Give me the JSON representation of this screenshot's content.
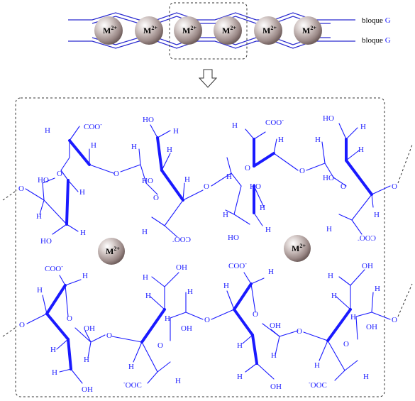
{
  "legend": {
    "block_word": "bloque",
    "block_letter": "G",
    "block_letter_color": "#1a1aff"
  },
  "ion_label": "M",
  "ion_charge": "2+",
  "atoms": {
    "oxygen": "O",
    "hydrogen": "H",
    "carboxylate_right": "COO",
    "carboxylate_left": "OOC",
    "hydroxyl_right": "OH",
    "hydroxyl_left": "HO",
    "charge": "-"
  },
  "colors": {
    "structure": "#1a1aff",
    "chain_outline": "#2a2acf",
    "sphere": "#b8aaa8"
  },
  "icons": [
    "down-arrow-icon"
  ]
}
